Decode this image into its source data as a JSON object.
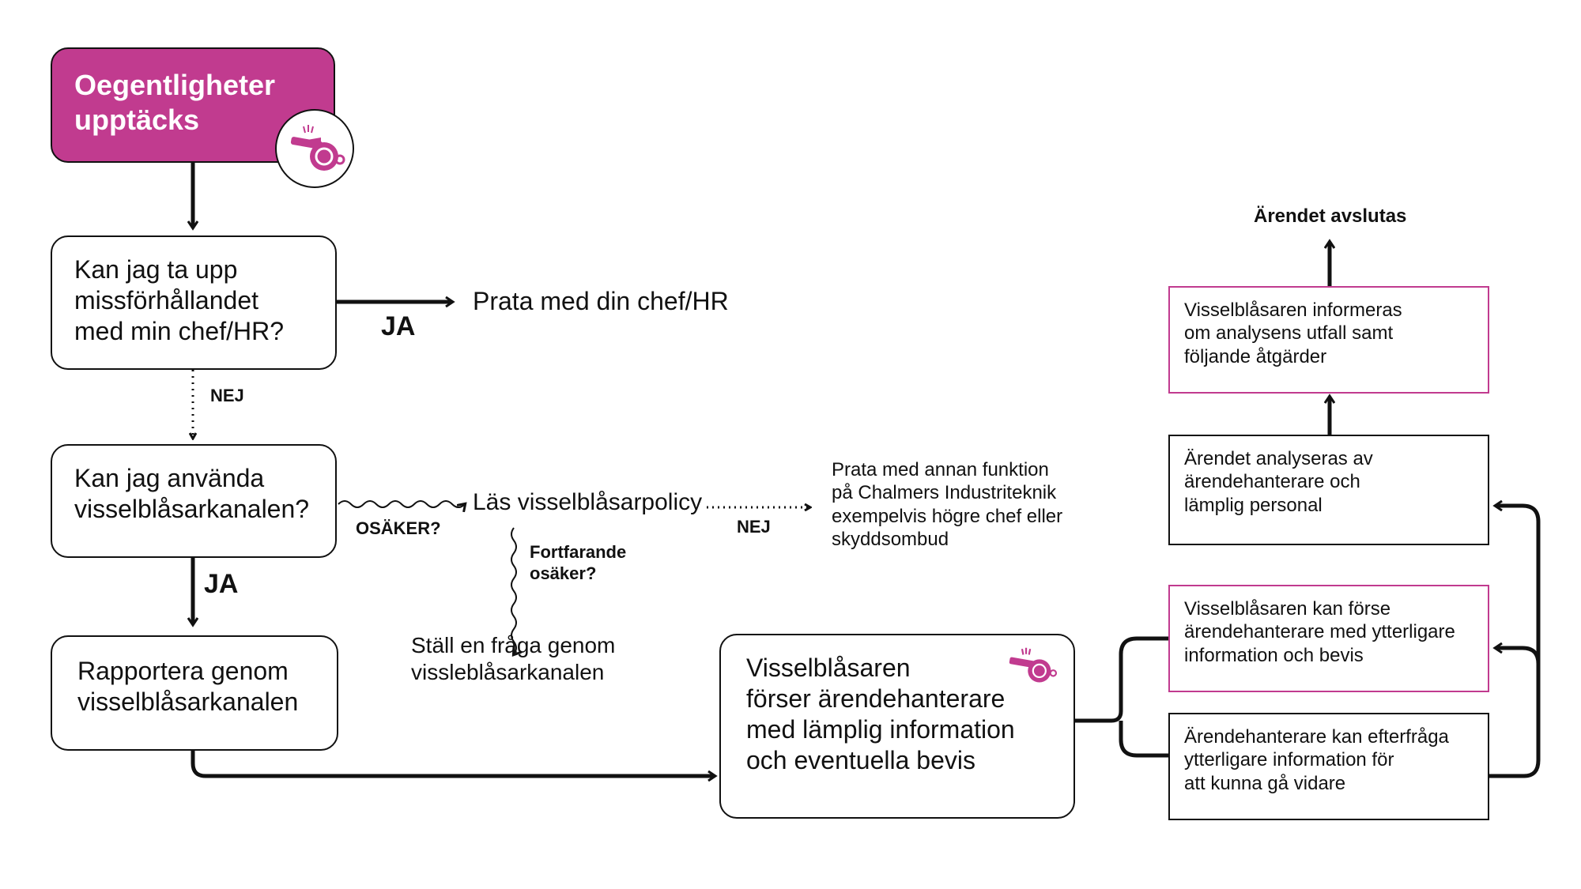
{
  "colors": {
    "accent": "#C13B8F",
    "line": "#111111"
  },
  "nodes": {
    "start": "Oegentligheter\nupptäcks",
    "q1": "Kan jag ta upp\nmissförhållandet\nmed min chef/HR?",
    "q1_yes_result": "Prata med din chef/HR",
    "q2": "Kan jag använda\nvisselblåsarkanalen?",
    "read_policy": "Läs visselblåsarpolicy",
    "other_function": "Prata med annan funktion\npå Chalmers Industriteknik\nexempelvis högre chef eller\nskyddsombud",
    "ask_question": "Ställ en fråga genom\nvissleblåsarkanalen",
    "report": "Rapportera genom\nvisselblåsarkanalen",
    "provide_info": "Visselblåsaren\nförser ärendehanterare\nmed lämplig information\noch eventuella bevis",
    "can_provide_more": "Visselblåsaren kan förse\närendehanterare med ytterligare\ninformation och bevis",
    "can_request_more": "Ärendehanterare kan efterfråga\nytterligare information för\natt kunna gå vidare",
    "analysed": "Ärendet analyseras av\närendehanterare och\nlämplig personal",
    "informed": "Visselblåsaren informeras\nom analysens utfall samt\nföljande åtgärder",
    "closed": "Ärendet avslutas"
  },
  "edge_labels": {
    "q1_yes": "JA",
    "q1_no": "NEJ",
    "q2_unsure": "OSÄKER?",
    "policy_no": "NEJ",
    "still_unsure": "Fortfarande\nosäker?",
    "q2_yes": "JA"
  },
  "icons": {
    "whistle": "whistle-icon"
  }
}
